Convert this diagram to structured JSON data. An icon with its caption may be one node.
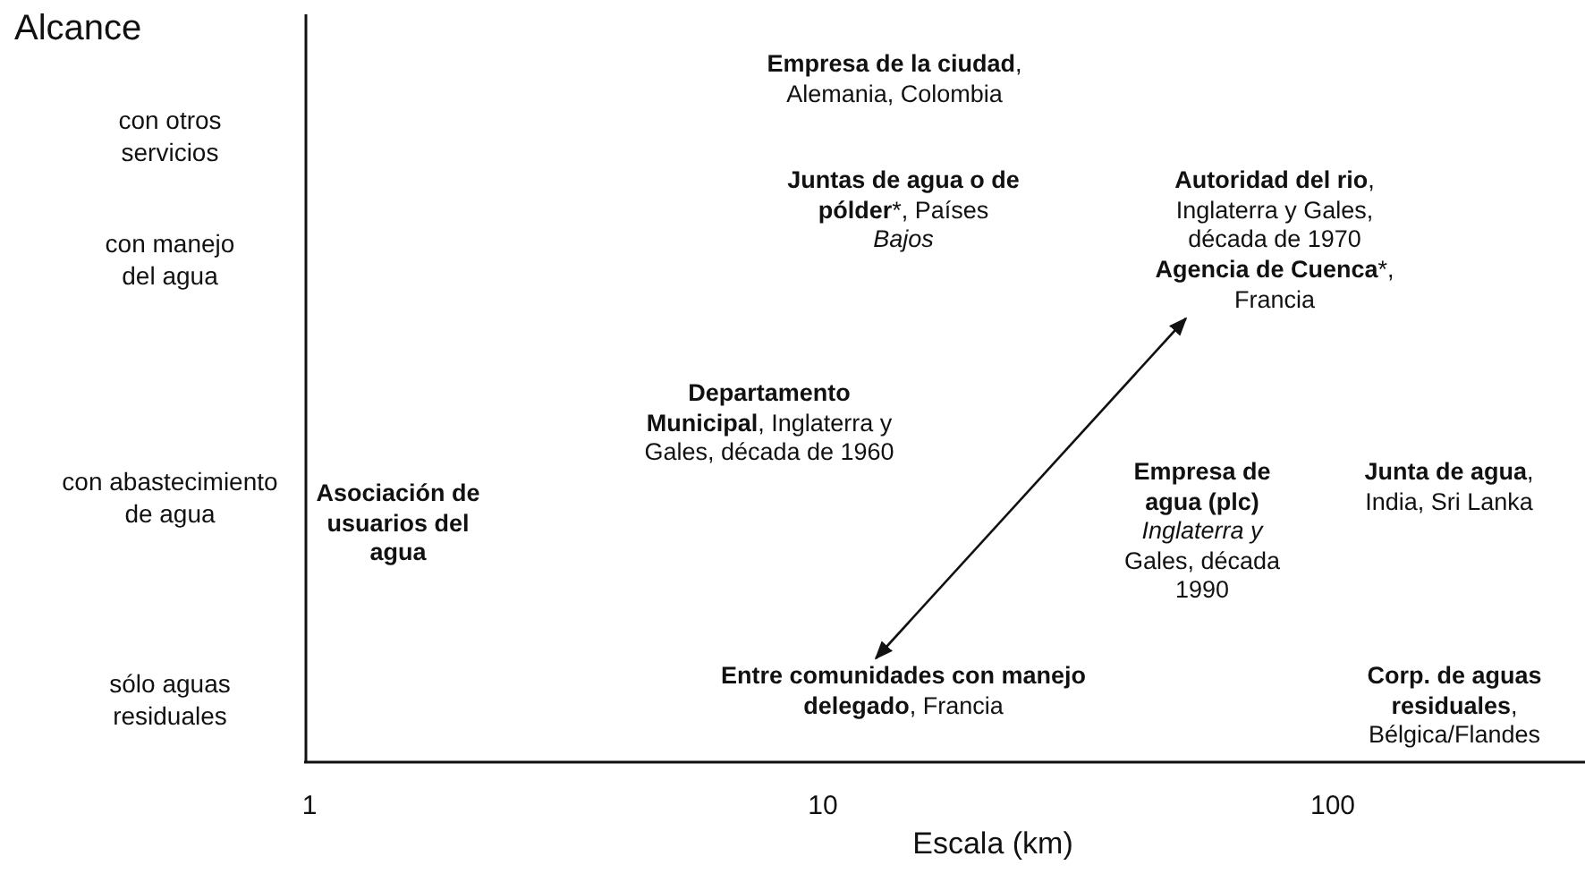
{
  "diagram": {
    "nodes": [
      {
        "text": [
          "**Empresa de la ciudad**, Alemania, Colombia"
        ]
      },
      {
        "text": [
          "**Juntas de agua o de pólder***, Países *Bajos*"
        ]
      },
      {
        "text": [
          "**Autoridad del rio**, Inglaterra y Gales, década de 1970"
        ]
      },
      {
        "text": [
          "**Agencia de Cuenca***, Francia"
        ]
      },
      {
        "text": [
          "**Departamento Municipal**, Inglaterra y Gales, década de 1960"
        ]
      },
      {
        "text": [
          "**Asociación de usuarios del agua**"
        ]
      },
      {
        "text": [
          "**Empresa de agua (plc)** *Inglaterra y* Gales, década 1990"
        ]
      },
      {
        "text": [
          "**Junta de agua**, India, Sri Lanka"
        ]
      },
      {
        "text": [
          "**Entre comunidades con manejo delegado**, Francia"
        ]
      },
      {
        "text": [
          "**Corp. de aguas residuales**, Bélgica/Flandes"
        ]
      }
    ],
    "edges": [
      {
        "from": 8,
        "to": 3,
        "arrow": "both"
      }
    ],
    "labels": [
      "Alcance",
      "con otros servicios",
      "con manejo del agua",
      "con abastecimiento de agua",
      "sólo aguas residuales",
      "1",
      "10",
      "100",
      "Escala (km)"
    ]
  }
}
